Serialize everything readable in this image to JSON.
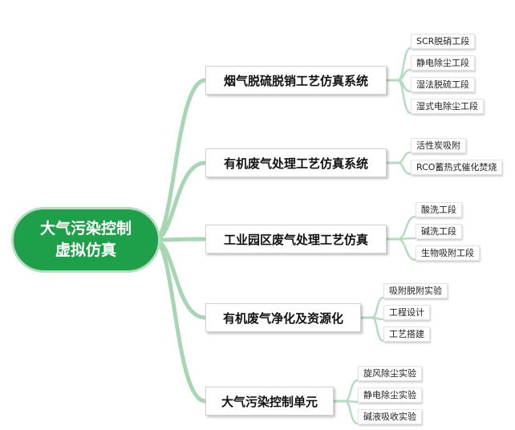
{
  "root": {
    "line1": "大气污染控制",
    "line2": "虚拟仿真"
  },
  "colors": {
    "root_fill": "#1ea04b",
    "connector": "#a8d5b4",
    "leaf_connector": "#b4dcbf"
  },
  "branches": [
    {
      "label": "烟气脱硫脱销工艺仿真系统",
      "children": [
        "SCR脱硝工段",
        "静电除尘工段",
        "湿法脱硫工段",
        "湿式电除尘工段"
      ]
    },
    {
      "label": "有机废气处理工艺仿真系统",
      "children": [
        "活性炭吸附",
        "RCO蓄热式催化焚烧"
      ]
    },
    {
      "label": "工业园区废气处理工艺仿真",
      "children": [
        "酸洗工段",
        "碱洗工段",
        "生物吸附工段"
      ]
    },
    {
      "label": "有机废气净化及资源化",
      "children": [
        "吸附脱附实验",
        "工程设计",
        "工艺搭建"
      ]
    },
    {
      "label": "大气污染控制单元",
      "children": [
        "旋风除尘实验",
        "静电除尘实验",
        "碱液吸收实验"
      ]
    }
  ]
}
